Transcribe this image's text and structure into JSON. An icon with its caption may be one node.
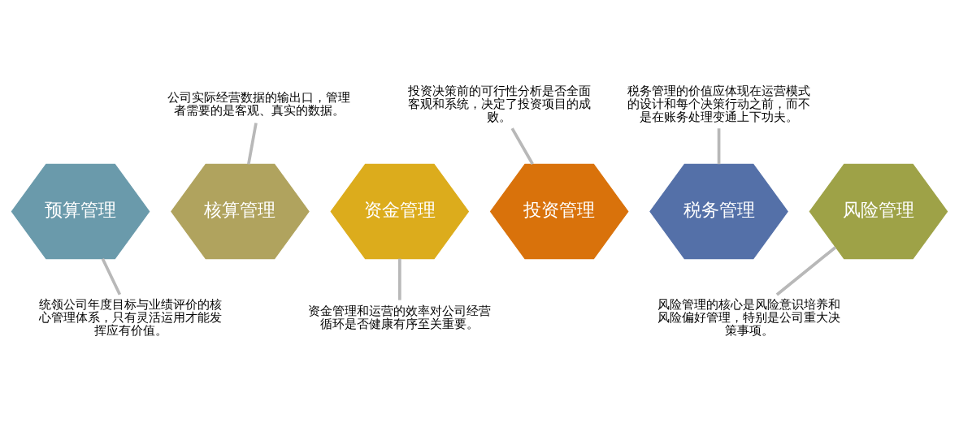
{
  "diagram": {
    "nodes": [
      {
        "text": [
          "公司实际经营数据的输出口，管理者需要的是客观、真实的数据。"
        ]
      },
      {
        "text": [
          "投资决策前的可行性分析是否全面客观和系统，决定了投资项目的成败。"
        ]
      },
      {
        "text": [
          "税务管理的价值应体现在运营模式的设计和每个决策行动之前，而不是在账务处理变通上下功夫。"
        ]
      },
      {
        "text": [
          "预算管理"
        ]
      },
      {
        "text": [
          "核算管理"
        ]
      },
      {
        "text": [
          "资金管理"
        ]
      },
      {
        "text": [
          "投资管理"
        ]
      },
      {
        "text": [
          "税务管理"
        ]
      },
      {
        "text": [
          "风险管理"
        ]
      },
      {
        "text": [
          "统领公司年度目标与业绩评价的核心管理体系，只有灵活运用才能发挥应有价值。"
        ]
      },
      {
        "text": [
          "资金管理和运营的效率对公司经营循环是否健康有序至关重要。"
        ]
      },
      {
        "text": [
          "风险管理的核心是风险意识培养和风险偏好管理，特别是公司重大决策事项。"
        ]
      }
    ],
    "edges": [
      {
        "from": 0,
        "to": 4,
        "arrow": "none"
      },
      {
        "from": 1,
        "to": 6,
        "arrow": "none"
      },
      {
        "from": 2,
        "to": 7,
        "arrow": "none"
      },
      {
        "from": 3,
        "to": 9,
        "arrow": "none"
      },
      {
        "from": 5,
        "to": 10,
        "arrow": "none"
      },
      {
        "from": 8,
        "to": 11,
        "arrow": "none"
      }
    ]
  }
}
